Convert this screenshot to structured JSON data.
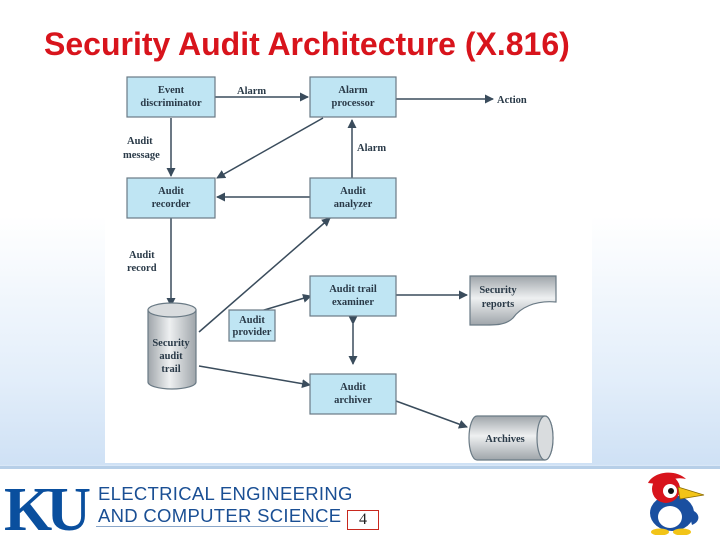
{
  "slide": {
    "title": "Security Audit Architecture (X.816)"
  },
  "diagram": {
    "nodes": {
      "event_discriminator": [
        "Event",
        "discriminator"
      ],
      "alarm_processor": [
        "Alarm",
        "processor"
      ],
      "audit_recorder": [
        "Audit",
        "recorder"
      ],
      "audit_analyzer": [
        "Audit",
        "analyzer"
      ],
      "audit_trail_examiner": [
        "Audit trail",
        "examiner"
      ],
      "audit_provider": [
        "Audit",
        "provider"
      ],
      "audit_archiver": [
        "Audit",
        "archiver"
      ],
      "security_audit_trail": [
        "Security",
        "audit",
        "trail"
      ],
      "security_reports": [
        "Security",
        "reports"
      ],
      "archives": "Archives"
    },
    "edge_labels": {
      "alarm_top": "Alarm",
      "action": "Action",
      "audit_message": [
        "Audit",
        "message"
      ],
      "alarm_side": "Alarm",
      "audit_record": [
        "Audit",
        "record"
      ]
    }
  },
  "footer": {
    "logo_text": "KU",
    "dept_line1": "ELECTRICAL ENGINEERING",
    "dept_line2": "AND COMPUTER SCIENCE",
    "page_number": "4"
  },
  "colors": {
    "title": "#d8141c",
    "box_fill": "#bfe5f3",
    "logo_blue": "#0a4f9e"
  }
}
